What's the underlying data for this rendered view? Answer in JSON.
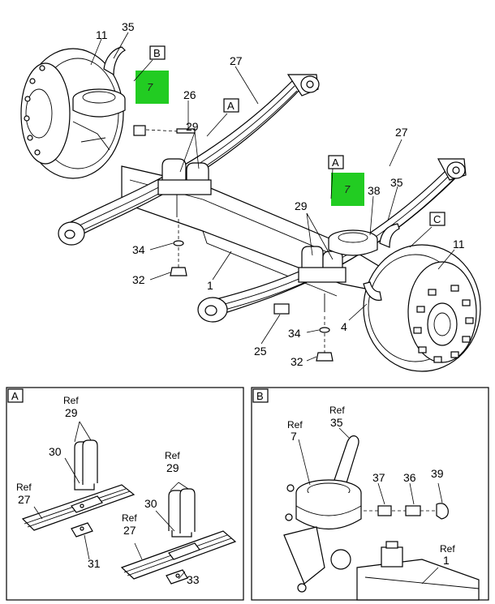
{
  "callouts": {
    "c11_left": "11",
    "c35_left": "35",
    "cB_box": "B",
    "c7_left": "7",
    "c27_top": "27",
    "c26": "26",
    "cA_top": "A",
    "c29_left": "29",
    "c34_left": "34",
    "c32_left": "32",
    "c1_main": "1",
    "c27_right": "27",
    "cA_right": "A",
    "c7_right": "7",
    "c38": "38",
    "c35_right": "35",
    "cC_box": "C",
    "c29_right": "29",
    "c11_right": "11",
    "c4": "4",
    "c25": "25",
    "c34_right": "34",
    "c32_right": "32"
  },
  "highlight": {
    "color": "#22cc22",
    "left_label": "7",
    "right_label": "7"
  },
  "panelA": {
    "title": "A",
    "left": {
      "ref29_a": "Ref",
      "ref29_b": "29",
      "c30": "30",
      "ref27_a": "Ref",
      "ref27_b": "27",
      "c31": "31"
    },
    "right": {
      "ref29_a": "Ref",
      "ref29_b": "29",
      "c30": "30",
      "ref27_a": "Ref",
      "ref27_b": "27",
      "c33": "33"
    }
  },
  "panelB": {
    "title": "B",
    "ref7_a": "Ref",
    "ref7_b": "7",
    "ref35_a": "Ref",
    "ref35_b": "35",
    "c37": "37",
    "c36": "36",
    "c39": "39",
    "ref1_a": "Ref",
    "ref1_b": "1"
  }
}
